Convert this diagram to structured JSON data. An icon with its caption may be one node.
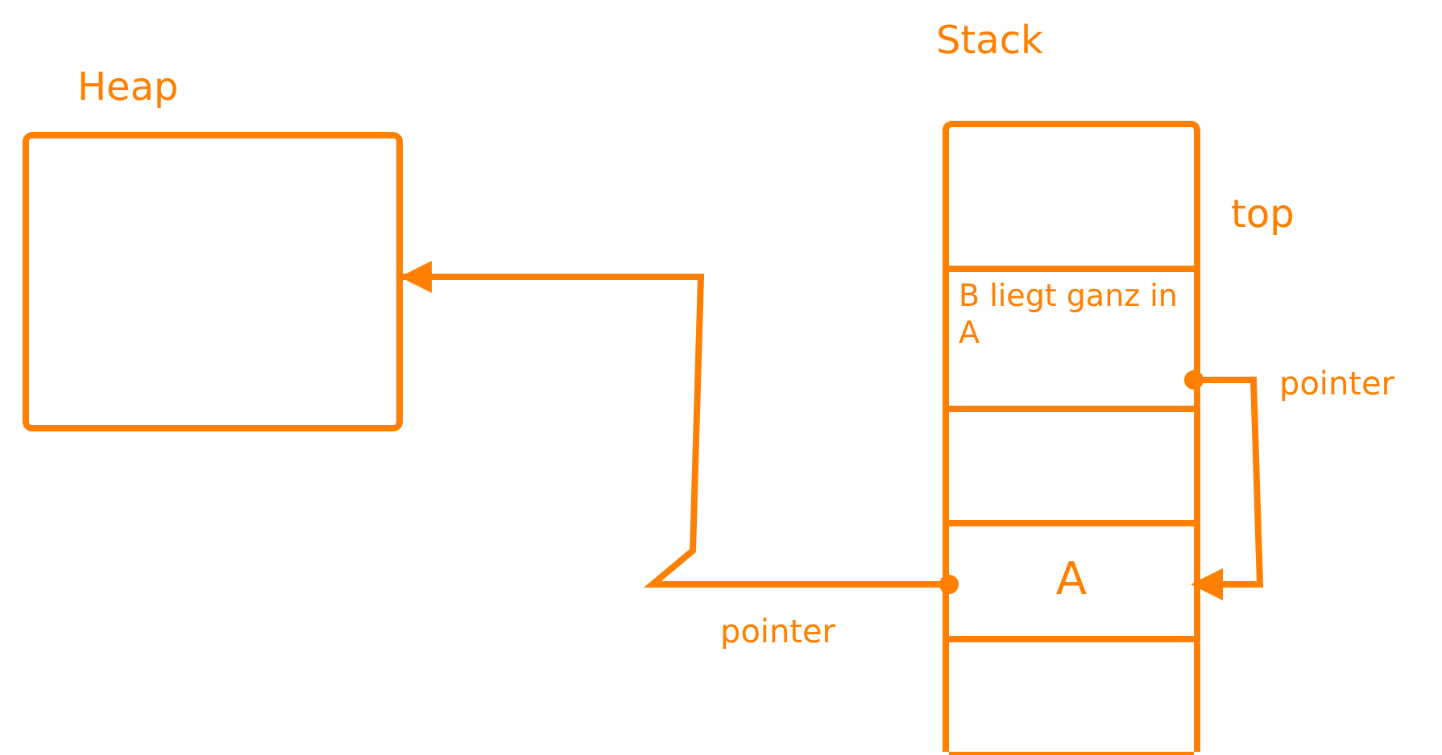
{
  "diagram": {
    "nodes": [
      {
        "text": [
          "Heap"
        ]
      },
      {
        "text": [
          "Stack"
        ]
      },
      {
        "text": [],
        "shape": "box",
        "in": 1,
        "beside": [
          "top"
        ]
      },
      {
        "text": [
          "B liegt ganz in A"
        ],
        "in": 1
      },
      {
        "text": [],
        "shape": "box",
        "in": 1
      },
      {
        "text": [
          "A"
        ],
        "in": 1
      },
      {
        "text": [],
        "shape": "box",
        "in": 1
      }
    ],
    "edges": [
      {
        "from": 5,
        "to": 0,
        "arrow": "to",
        "label": "pointer"
      },
      {
        "from": 3,
        "to": 5,
        "arrow": "to",
        "label": "pointer"
      }
    ]
  }
}
